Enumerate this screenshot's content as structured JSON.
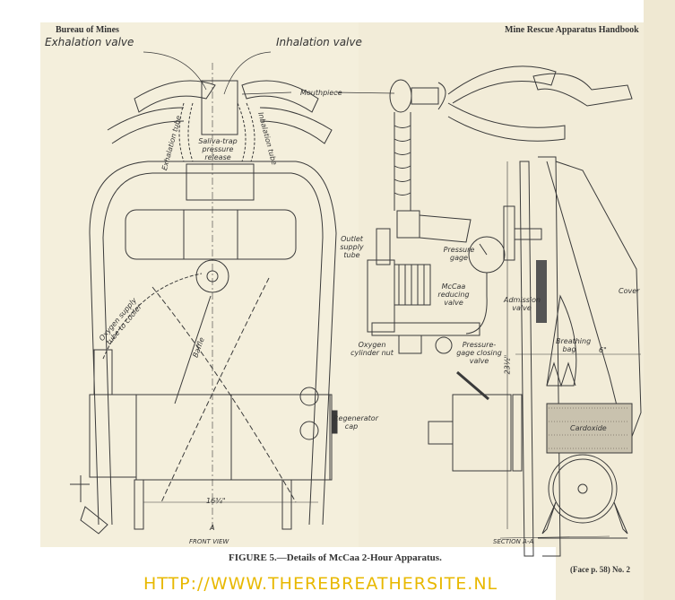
{
  "header": {
    "left": "Bureau of Mines",
    "right": "Mine Rescue Apparatus Handbook"
  },
  "labels": {
    "exhalation_valve": "Exhalation valve",
    "inhalation_valve": "Inhalation valve",
    "mouthpiece": "Mouthpiece",
    "exhalation_tube": "Exhalation tube",
    "inhalation_tube": "Inhalation tube",
    "saliva_trap": "Saliva-trap pressure release",
    "oxygen_supply": "Oxygen supply tube to cooler",
    "baffle": "Baffle",
    "outlet_supply": "Outlet supply tube",
    "pressure_gage": "Pressure gage",
    "reducing_valve": "McCaa reducing valve",
    "cylinder_nut": "Oxygen cylinder nut",
    "gage_closing": "Pressure-gage closing valve",
    "admission_valve": "Admission valve",
    "cover": "Cover",
    "breathing_bag": "Breathing bag",
    "dim_6": "6\"",
    "dim_23": "23½\"",
    "cardoxide": "Cardoxide",
    "regenerator_cap": "Regenerator cap",
    "dim_16": "16¾\"",
    "section_mark": "A",
    "front_view": "FRONT VIEW",
    "section_view": "SECTION A-A"
  },
  "caption": "FIGURE 5.—Details of McCaa 2-Hour Apparatus.",
  "face_note": "(Face p. 58) No. 2",
  "url": "HTTP://WWW.THEREBREATHERSITE.NL"
}
